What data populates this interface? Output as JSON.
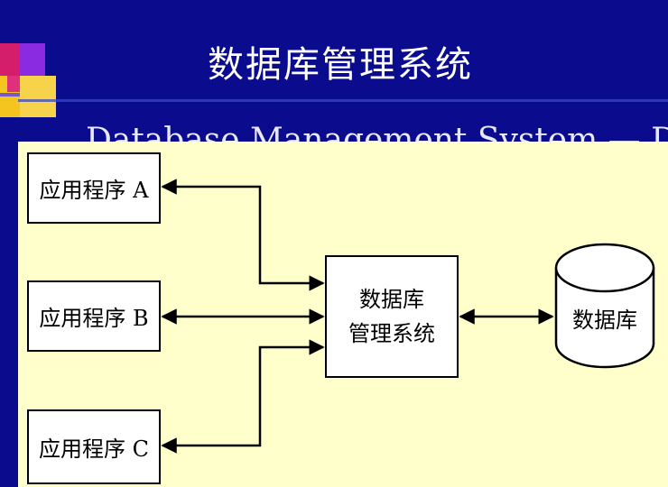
{
  "title": "数据库管理系统",
  "subtitle": "Database Management System — DBMS",
  "diagram": {
    "app_a": "应用程序 A",
    "app_b": "应用程序 B",
    "app_c": "应用程序 C",
    "dbms_line1": "数据库",
    "dbms_line2": "管理系统",
    "database": "数据库"
  },
  "colors": {
    "slide_bg": "#0b0b8e",
    "panel_bg": "#ffffcc",
    "title_text": "#ffffff"
  }
}
